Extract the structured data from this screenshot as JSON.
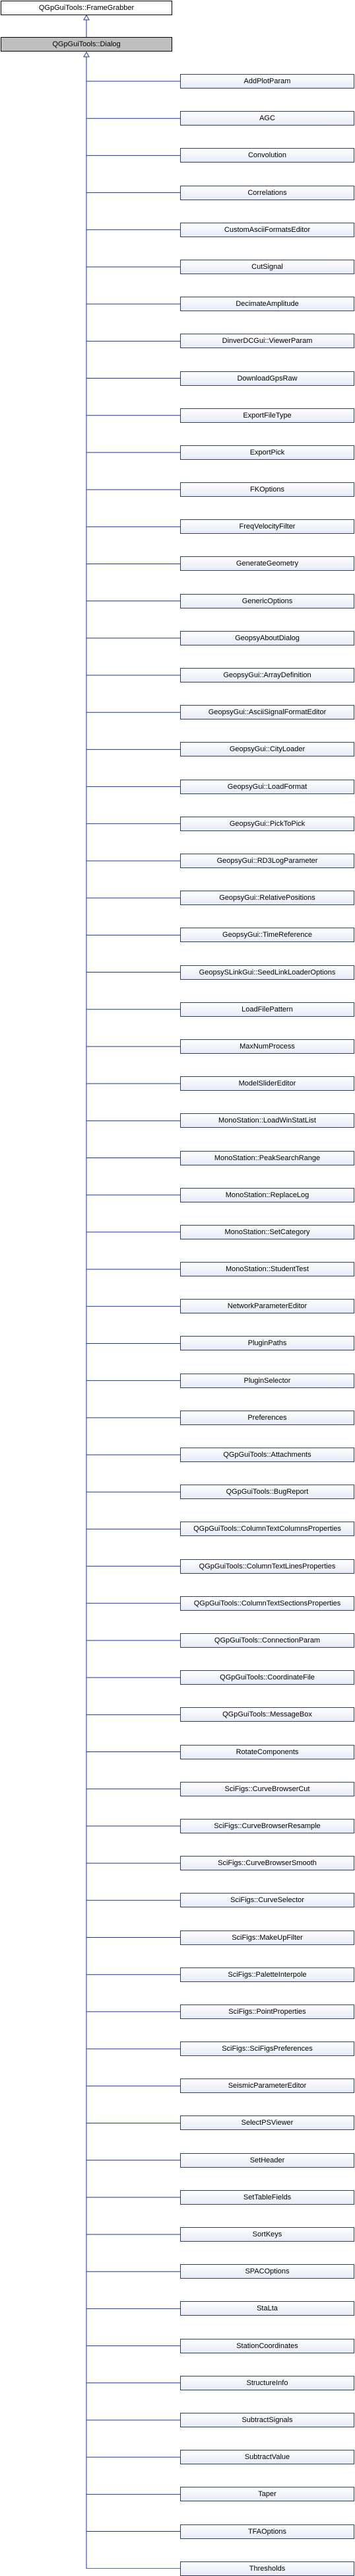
{
  "colors": {
    "edge": "#1a33a8",
    "box_border": "#000000",
    "child_border": "#2f3f64",
    "focus_fill": "#bfbfbf"
  },
  "diagram": {
    "base": {
      "label": "QGpGuiTools::FrameGrabber"
    },
    "current": {
      "label": "QGpGuiTools::Dialog"
    },
    "children": [
      "AddPlotParam",
      "AGC",
      "Convolution",
      "Correlations",
      "CustomAsciiFormatsEditor",
      "CutSignal",
      "DecimateAmplitude",
      "DinverDCGui::ViewerParam",
      "DownloadGpsRaw",
      "ExportFileType",
      "ExportPick",
      "FKOptions",
      "FreqVelocityFilter",
      "GenerateGeometry",
      "GenericOptions",
      "GeopsyAboutDialog",
      "GeopsyGui::ArrayDefinition",
      "GeopsyGui::AsciiSignalFormatEditor",
      "GeopsyGui::CityLoader",
      "GeopsyGui::LoadFormat",
      "GeopsyGui::PickToPick",
      "GeopsyGui::RD3LogParameter",
      "GeopsyGui::RelativePositions",
      "GeopsyGui::TimeReference",
      "GeopsySLinkGui::SeedLinkLoaderOptions",
      "LoadFilePattern",
      "MaxNumProcess",
      "ModelSliderEditor",
      "MonoStation::LoadWinStatList",
      "MonoStation::PeakSearchRange",
      "MonoStation::ReplaceLog",
      "MonoStation::SetCategory",
      "MonoStation::StudentTest",
      "NetworkParameterEditor",
      "PluginPaths",
      "PluginSelector",
      "Preferences",
      "QGpGuiTools::Attachments",
      "QGpGuiTools::BugReport",
      "QGpGuiTools::ColumnTextColumnsProperties",
      "QGpGuiTools::ColumnTextLinesProperties",
      "QGpGuiTools::ColumnTextSectionsProperties",
      "QGpGuiTools::ConnectionParam",
      "QGpGuiTools::CoordinateFile",
      "QGpGuiTools::MessageBox",
      "RotateComponents",
      "SciFigs::CurveBrowserCut",
      "SciFigs::CurveBrowserResample",
      "SciFigs::CurveBrowserSmooth",
      "SciFigs::CurveSelector",
      "SciFigs::MakeUpFilter",
      "SciFigs::PaletteInterpole",
      "SciFigs::PointProperties",
      "SciFigs::SciFigsPreferences",
      "SeismicParameterEditor",
      "SelectPSViewer",
      "SetHeader",
      "SetTableFields",
      "SortKeys",
      "SPACOptions",
      "StaLta",
      "StationCoordinates",
      "StructureInfo",
      "SubtractSignals",
      "SubtractValue",
      "Taper",
      "TFAOptions",
      "Thresholds"
    ]
  }
}
